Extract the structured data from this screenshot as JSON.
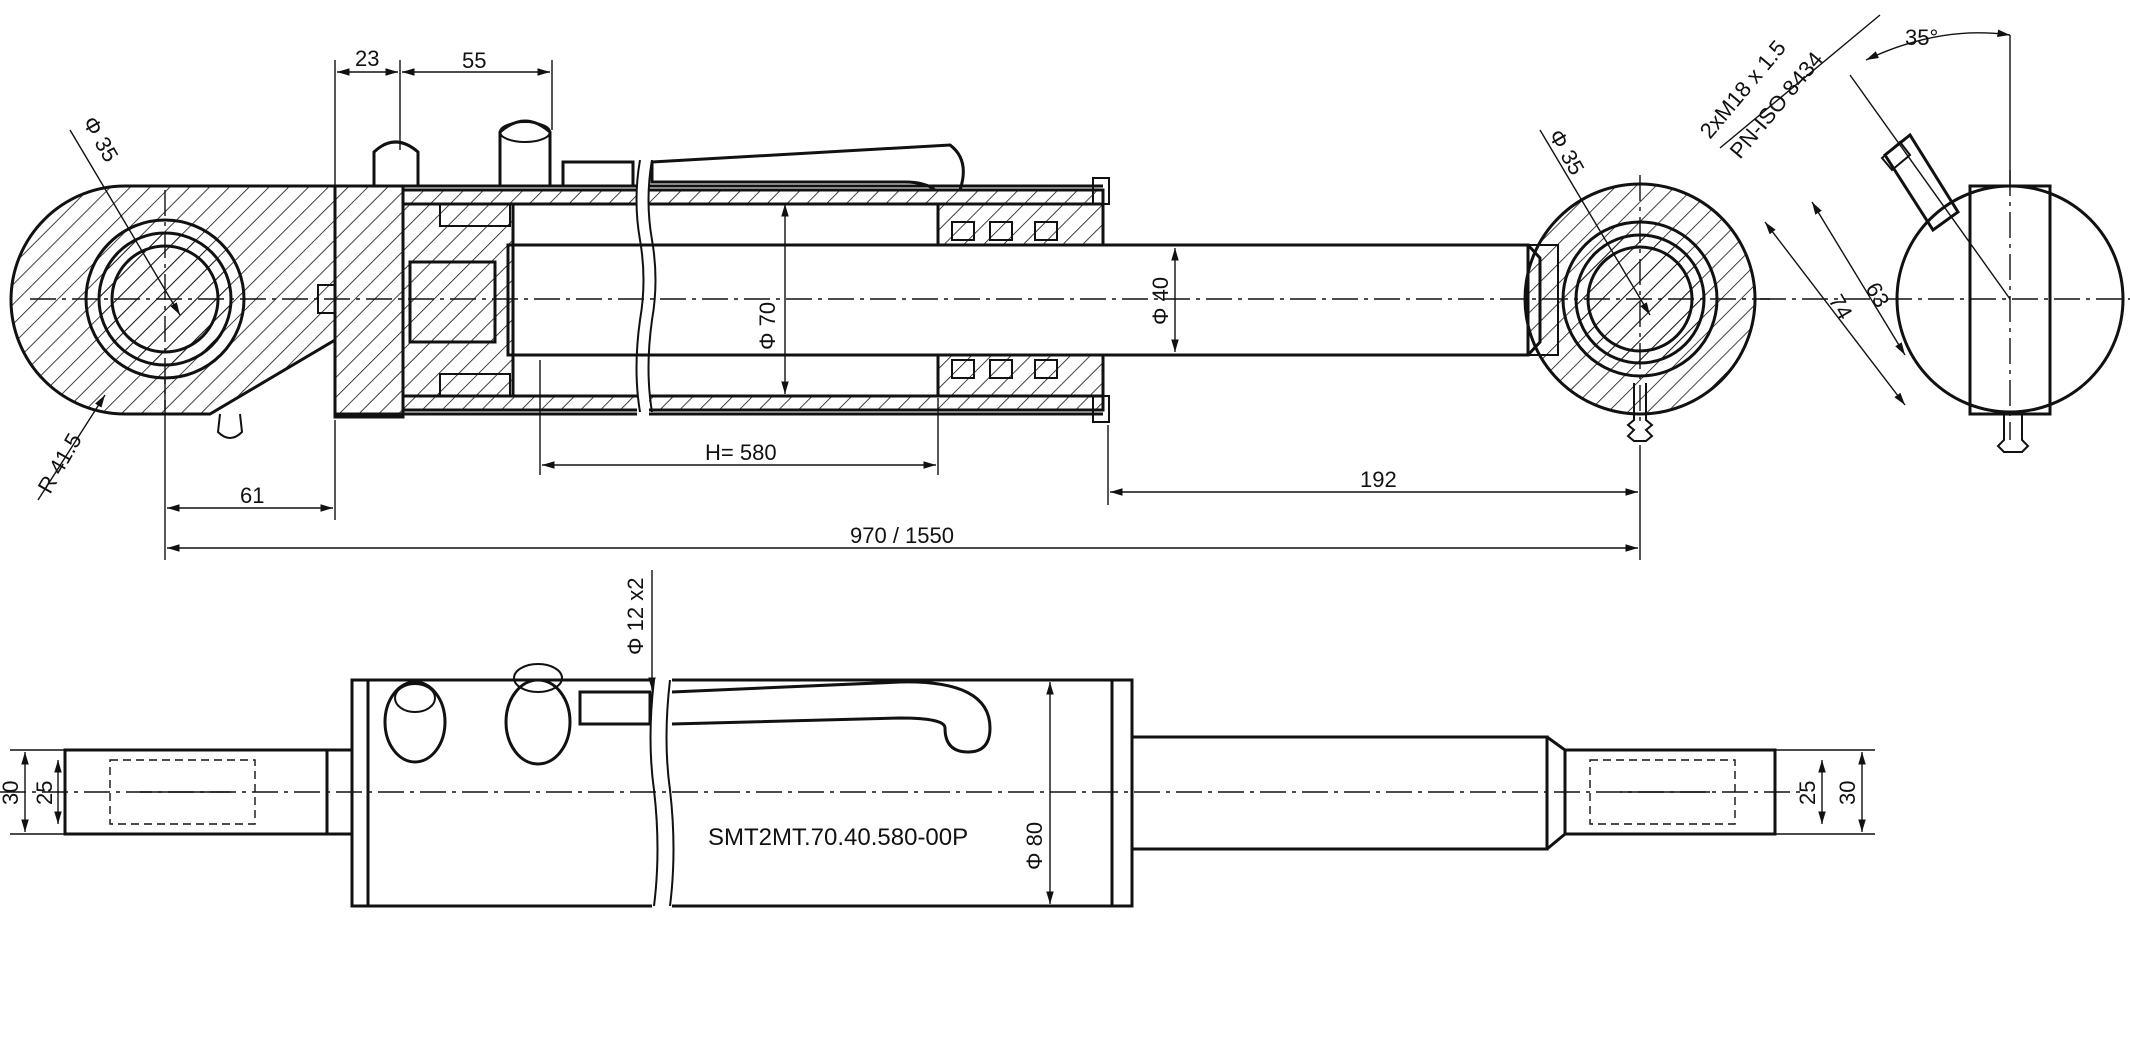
{
  "dimensions": {
    "d_23": "23",
    "d_55": "55",
    "d_phi35_left": "Φ 35",
    "d_phi35_right": "Φ 35",
    "d_phi70": "Φ 70",
    "d_phi40": "Φ 40",
    "d_r415": "R 41.5",
    "d_h580": "H= 580",
    "d_61": "61",
    "d_192": "192",
    "d_total": "970  / 1550",
    "d_thread": "2xM18 x 1.5",
    "d_iso": "PN-ISO 8434",
    "d_angle": "35°",
    "d_74": "74",
    "d_63": "63",
    "d_phi12": "Φ 12 x2",
    "d_30_left": "30",
    "d_25_left": "25",
    "d_25_right": "25",
    "d_30_right": "30",
    "d_phi80": "Φ 80"
  },
  "part_number": "SMT2MT.70.40.580-00P"
}
